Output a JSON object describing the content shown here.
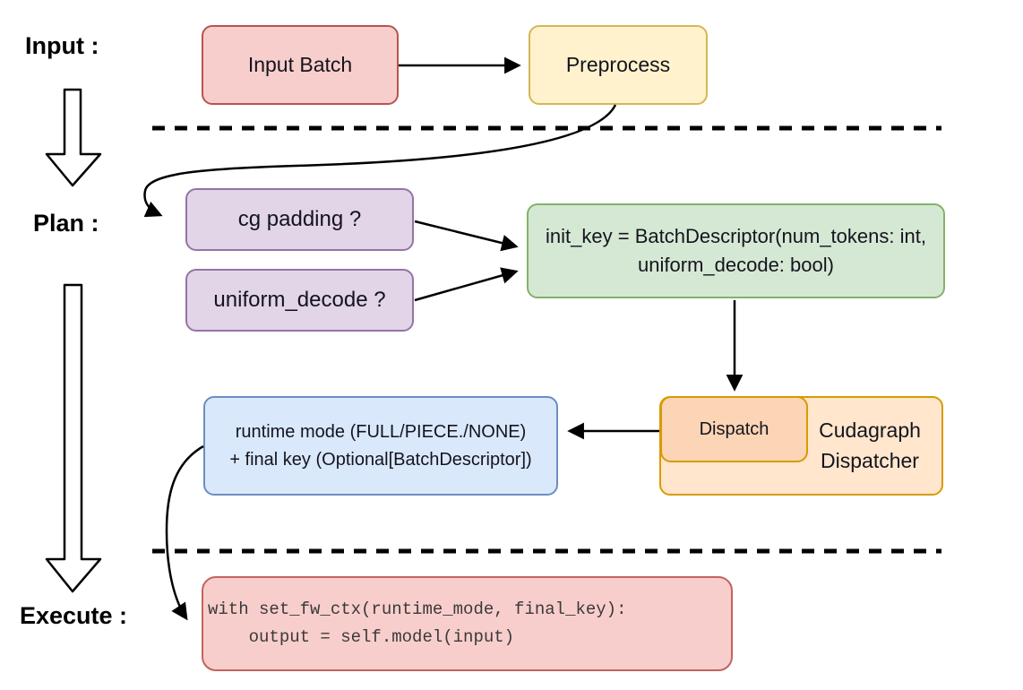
{
  "diagram": {
    "title_context": "Cudagraph dispatch pipeline flowchart",
    "stages": {
      "input": "Input :",
      "plan": "Plan :",
      "execute": "Execute :"
    },
    "nodes": {
      "input_batch": {
        "label": "Input Batch"
      },
      "preprocess": {
        "label": "Preprocess"
      },
      "cg_padding": {
        "label": "cg padding ?"
      },
      "uniform_decode": {
        "label": "uniform_decode ?"
      },
      "init_key": {
        "line1": "init_key = BatchDescriptor(num_tokens: int,",
        "line2": "uniform_decode: bool)"
      },
      "dispatch": {
        "label": "Dispatch"
      },
      "cudagraph_dispatcher": {
        "line1": "Cudagraph",
        "line2": "Dispatcher"
      },
      "runtime_mode": {
        "line1": "runtime mode (FULL/PIECE./NONE)",
        "line2": "+ final key (Optional[BatchDescriptor])"
      },
      "execute_code": {
        "line1": "with set_fw_ctx(runtime_mode, final_key):",
        "line2": "    output = self.model(input)"
      }
    },
    "colors": {
      "red_fill": "#f8cecc",
      "red_stroke": "#b85450",
      "yellow_fill": "#fff2cc",
      "yellow_stroke": "#d6b656",
      "purple_fill": "#e1d5e7",
      "purple_stroke": "#9673a6",
      "green_fill": "#d5e8d4",
      "green_stroke": "#82b366",
      "blue_fill": "#dae8fc",
      "blue_stroke": "#6c8ebf",
      "orange_fill": "#ffe6cc",
      "orange_inner_fill": "#fbd5b5",
      "orange_stroke": "#d79b00",
      "line_color": "#000000"
    }
  }
}
